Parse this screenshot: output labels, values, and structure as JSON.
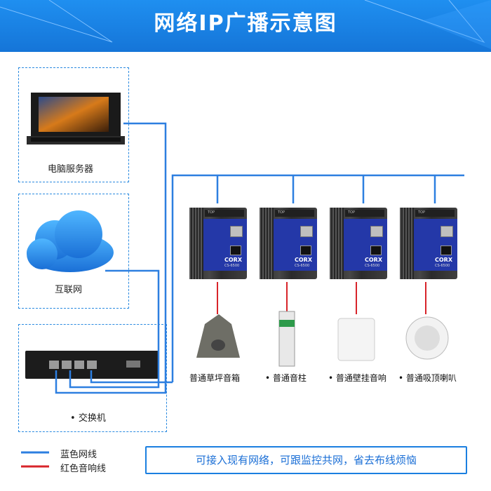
{
  "title": "网络IP广播示意图",
  "server": {
    "label": "电脑服务器"
  },
  "internet": {
    "label": "互联网"
  },
  "switch": {
    "label": "交换机"
  },
  "devices": [
    {
      "brand": "CORX",
      "model": "CS-6500"
    },
    {
      "brand": "CORX",
      "model": "CS-6500"
    },
    {
      "brand": "CORX",
      "model": "CS-6500"
    },
    {
      "brand": "CORX",
      "model": "CS-6500"
    }
  ],
  "speakers": [
    {
      "label": "普通草坪音箱"
    },
    {
      "label": "普通音柱"
    },
    {
      "label": "普通壁挂音响"
    },
    {
      "label": "普通吸顶喇叭"
    }
  ],
  "legend": {
    "blue": {
      "label": "蓝色网线",
      "color": "#2d7fe0"
    },
    "red": {
      "label": "红色音响线",
      "color": "#d8242a"
    }
  },
  "message": "可接入现有网络，可跟监控共网，省去布线烦恼",
  "colors": {
    "header": "#1a80e6",
    "cable": "#2d7fe0",
    "audio": "#d8242a"
  }
}
